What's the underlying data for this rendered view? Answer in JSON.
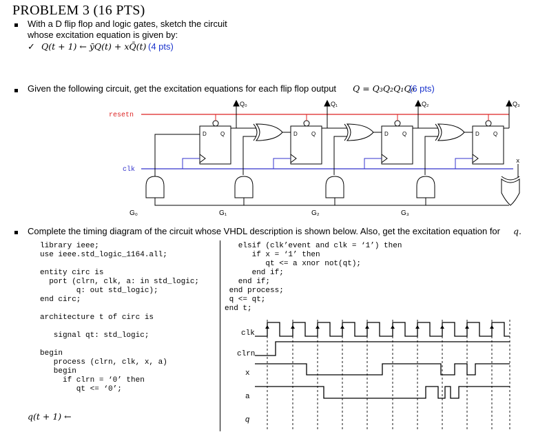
{
  "header": {
    "title": "PROBLEM 3 (16 PTS)"
  },
  "item1": {
    "line1": "With a D flip flop and logic gates, sketch the circuit",
    "line2": "whose excitation equation is given by:",
    "check": "✓",
    "equation": "Q(t + 1) ← ȳQ(t) + xQ̄(t)",
    "points": "(4 pts)"
  },
  "item2": {
    "text": "Given the following circuit, get the excitation equations for each flip flop output",
    "equation": "Q = Q₃Q₂Q₁Q₀",
    "points": "(6 pts)"
  },
  "circuit": {
    "reset_label": "resetn",
    "clk_label": "clk",
    "outputs": [
      "Q₀",
      "Q₁",
      "Q₂",
      "Q₃"
    ],
    "gates": [
      "G₀",
      "G₁",
      "G₂",
      "G₃"
    ],
    "input_x": "x",
    "d_label": "D",
    "q_label": "Q"
  },
  "item3": {
    "text": "Complete the timing diagram of the circuit whose VHDL description is shown below. Also, get the excitation equation for",
    "var": "q."
  },
  "code_left": "library ieee;\nuse ieee.std_logic_1164.all;\n\nentity circ is\n  port (clrn, clk, a: in std_logic;\n        q: out std_logic);\nend circ;\n\narchitecture t of circ is\n\n   signal qt: std_logic;\n\nbegin\n   process (clrn, clk, x, a)\n   begin\n     if clrn = ‘0’ then\n        qt <= ‘0’;",
  "code_right": "   elsif (clk’event and clk = ‘1’) then\n      if x = ‘1’ then\n         qt <= a xnor not(qt);\n      end if;\n   end if;\n end process;\n q <= qt;\nend t;",
  "answer_label": "q(t + 1) ←",
  "timing": {
    "signals": [
      "clk",
      "clrn",
      "x",
      "a",
      "q"
    ]
  }
}
